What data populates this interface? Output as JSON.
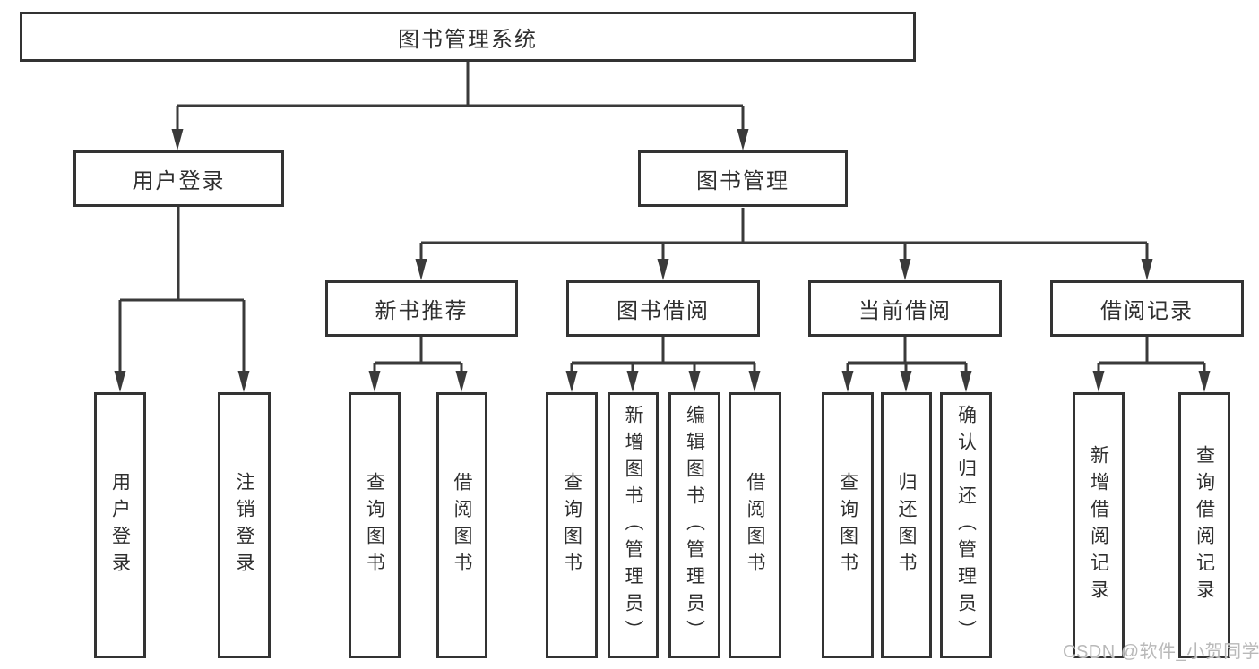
{
  "diagram": {
    "type": "hierarchy-flowchart",
    "colors": {
      "line": "#3a3a3a",
      "box_border": "#333333",
      "text": "#2f2f2f",
      "background": "#ffffff",
      "watermark": "#b9b9b9"
    },
    "watermark": "CSDN @软件_小贺同学",
    "tree": {
      "label": "图书管理系统",
      "children": [
        {
          "label": "用户登录",
          "children": [
            {
              "label": "用户登录"
            },
            {
              "label": "注销登录"
            }
          ]
        },
        {
          "label": "图书管理",
          "children": [
            {
              "label": "新书推荐",
              "children": [
                {
                  "label": "查询图书"
                },
                {
                  "label": "借阅图书"
                }
              ]
            },
            {
              "label": "图书借阅",
              "children": [
                {
                  "label": "查询图书"
                },
                {
                  "label": "新增图书（管理员）"
                },
                {
                  "label": "编辑图书（管理员）"
                },
                {
                  "label": "借阅图书"
                }
              ]
            },
            {
              "label": "当前借阅",
              "children": [
                {
                  "label": "查询图书"
                },
                {
                  "label": "归还图书"
                },
                {
                  "label": "确认归还（管理员）"
                }
              ]
            },
            {
              "label": "借阅记录",
              "children": [
                {
                  "label": "新增借阅记录"
                },
                {
                  "label": "查询借阅记录"
                }
              ]
            }
          ]
        }
      ]
    }
  }
}
